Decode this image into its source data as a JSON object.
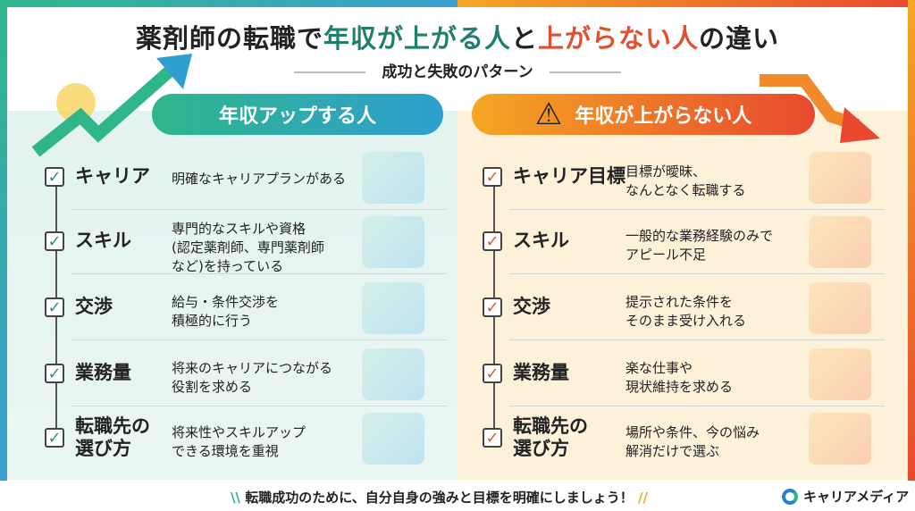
{
  "title": {
    "prefix": "薬剤師の転職で",
    "green": "年収が上がる人",
    "mid": "と",
    "red": "上がらない人",
    "suffix": "の違い"
  },
  "subtitle": "成功と失敗のパターン",
  "left": {
    "heading": "年収アップする人",
    "rows": [
      {
        "label": "キャリア",
        "desc": "明確なキャリアプランがある"
      },
      {
        "label": "スキル",
        "desc": "専門的なスキルや資格\n(認定薬剤師、専門薬剤師\nなど)を持っている"
      },
      {
        "label": "交渉",
        "desc": "給与・条件交渉を\n積極的に行う"
      },
      {
        "label": "業務量",
        "desc": "将来のキャリアにつながる\n役割を求める"
      },
      {
        "label": "転職先の\n選び方",
        "desc": "将来性やスキルアップ\nできる環境を重視"
      }
    ]
  },
  "right": {
    "heading": "年収が上がらない人",
    "rows": [
      {
        "label": "キャリア目標",
        "desc": "目標が曖昧、\nなんとなく転職する"
      },
      {
        "label": "スキル",
        "desc": "一般的な業務経験のみで\nアピール不足"
      },
      {
        "label": "交渉",
        "desc": "提示された条件を\nそのまま受け入れる"
      },
      {
        "label": "業務量",
        "desc": "楽な仕事や\n現状維持を求める"
      },
      {
        "label": "転職先の\n選び方",
        "desc": "場所や条件、今の悩み\n解消だけで選ぶ"
      }
    ]
  },
  "footer": {
    "message": "転職成功のために、自分自身の強みと目標を明確にしましょう！",
    "logo": "キャリアメディア"
  },
  "colors": {
    "green": "#1f7f6a",
    "red": "#e0502f"
  }
}
